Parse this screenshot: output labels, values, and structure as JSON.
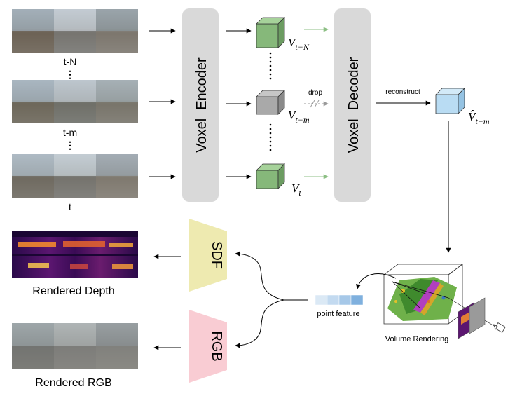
{
  "frames": {
    "top": "t-N",
    "mid": "t-m",
    "bottom": "t",
    "ellipsis": "⋮"
  },
  "encoder": {
    "word1": "Voxel",
    "word2": "Encoder"
  },
  "decoder": {
    "word1": "Voxel",
    "word2": "Decoder"
  },
  "voxels": {
    "v_top": "V",
    "v_top_sub": "t−N",
    "v_mid": "V",
    "v_mid_sub": "t−m",
    "v_bot": "V",
    "v_bot_sub": "t",
    "drop_label": "drop",
    "reconstruct_label": "reconstruct",
    "v_hat": "V̂",
    "v_hat_sub": "t−m"
  },
  "heads": {
    "sdf": "SDF",
    "rgb": "RGB"
  },
  "outputs": {
    "depth_caption": "Rendered Depth",
    "rgb_caption": "Rendered RGB"
  },
  "point_feature": {
    "label": "point feature",
    "cells": [
      "#dbe9f5",
      "#c3daf0",
      "#a6c8e8",
      "#7fb0de"
    ]
  },
  "volume_rendering": {
    "label": "Volume Rendering"
  },
  "colors": {
    "box_gray": "#d9d9d9",
    "cube_green": "#86b87a",
    "cube_gray": "#a9a9a9",
    "cube_blue": "#b9dcf3",
    "sdf_fill": "#eeeab0",
    "rgb_fill": "#f9ccd3",
    "arrow_green": "#8cbf84"
  }
}
